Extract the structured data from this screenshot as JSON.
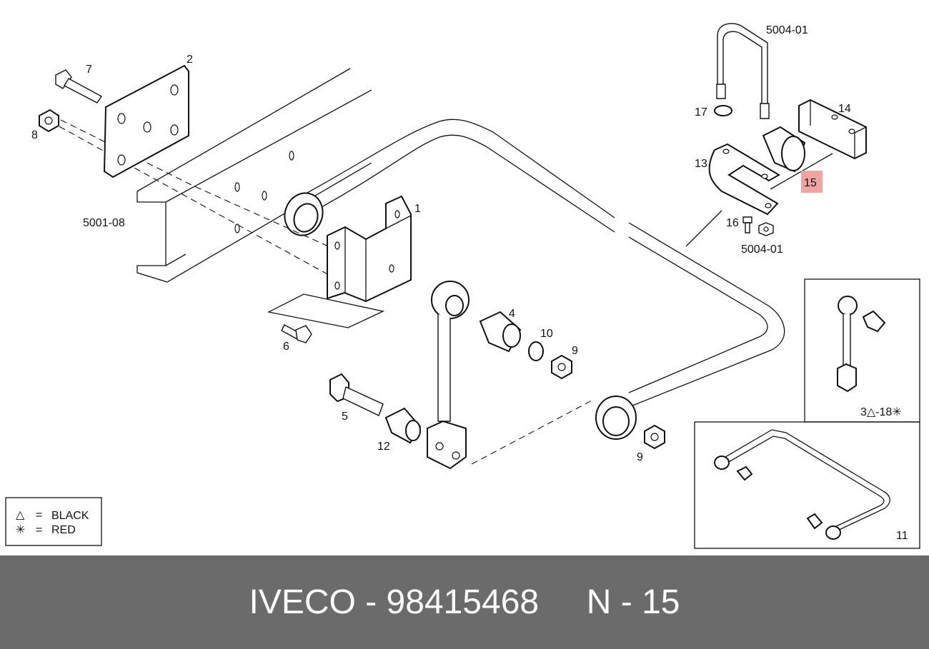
{
  "labels": {
    "p1": "1",
    "p2": "2",
    "p4": "4",
    "p5": "5",
    "p6": "6",
    "p7": "7",
    "p8": "8",
    "p9a": "9",
    "p9b": "9",
    "p10": "10",
    "p11": "11",
    "p12": "12",
    "p13": "13",
    "p14": "14",
    "p15": "15",
    "p16": "16",
    "p17": "17",
    "ref_500108": "5001-08",
    "ref_500401_top": "5004-01",
    "ref_500401_bottom": "5004-01",
    "inset_code": "3△-18✳"
  },
  "legend": {
    "black_symbol": "△",
    "black_eq": "=",
    "black_label": "BLACK",
    "red_symbol": "✳",
    "red_eq": "=",
    "red_label": "RED"
  },
  "footer": {
    "title": "IVECO - 98415468     N - 15"
  },
  "colors": {
    "highlight": "#f4a3a3",
    "footer_bg": "#6b6b6b",
    "footer_text": "#ffffff"
  }
}
